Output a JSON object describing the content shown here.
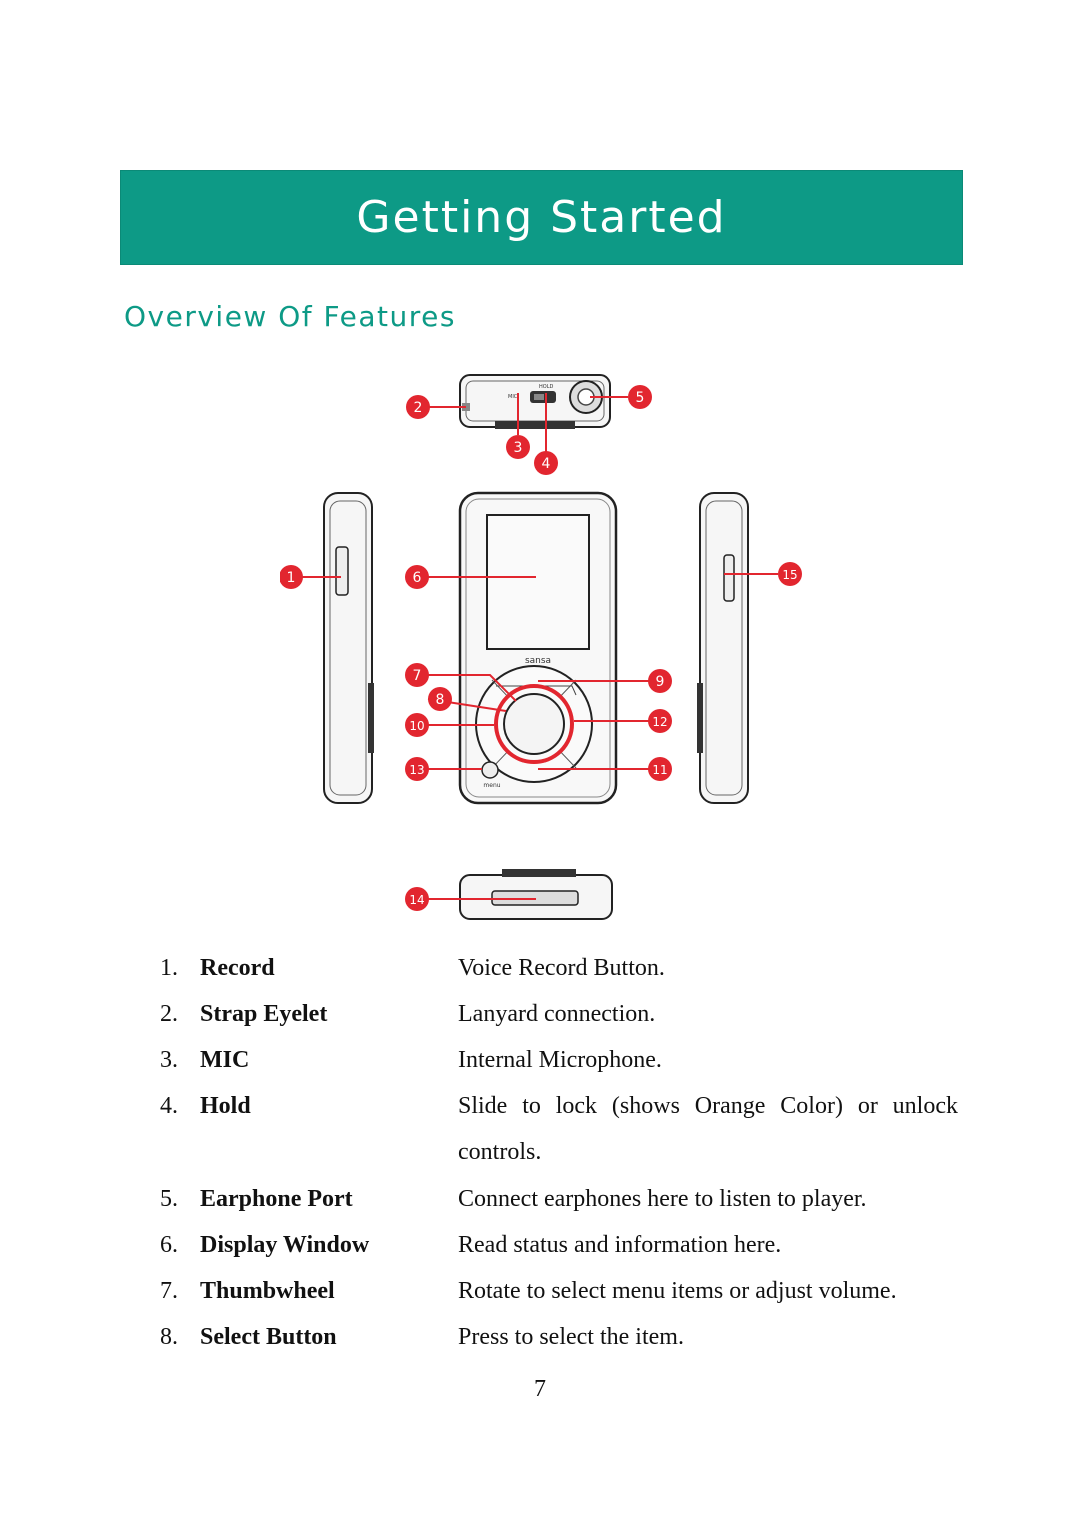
{
  "header": {
    "title": "Getting Started"
  },
  "section": {
    "title": "Overview Of Features"
  },
  "diagram": {
    "brand": "sansa",
    "hold_label": "HOLD",
    "menu_label": "menu",
    "callouts": [
      "1",
      "2",
      "3",
      "4",
      "5",
      "6",
      "7",
      "8",
      "9",
      "10",
      "11",
      "12",
      "13",
      "14",
      "15"
    ],
    "callout_color": "#e2262f"
  },
  "features": [
    {
      "num": "1.",
      "term": "Record",
      "desc": "Voice Record Button."
    },
    {
      "num": "2.",
      "term": "Strap Eyelet",
      "desc": "Lanyard connection."
    },
    {
      "num": "3.",
      "term": "MIC",
      "desc": "Internal Microphone."
    },
    {
      "num": "4.",
      "term": "Hold",
      "desc": "Slide to lock (shows Orange Color) or unlock",
      "desc2": "controls."
    },
    {
      "num": "5.",
      "term": "Earphone Port",
      "desc": "Connect earphones here to listen to player."
    },
    {
      "num": "6.",
      "term": "Display Window",
      "desc": "Read status and information here."
    },
    {
      "num": "7.",
      "term": "Thumbwheel",
      "desc": "Rotate to select menu items or adjust volume."
    },
    {
      "num": "8.",
      "term": "Select Button",
      "desc": "Press to select the item."
    }
  ],
  "footer": {
    "page_number": "7"
  },
  "colors": {
    "banner": "#0d9a86",
    "subtitle": "#0d9a86",
    "callout": "#e2262f"
  }
}
